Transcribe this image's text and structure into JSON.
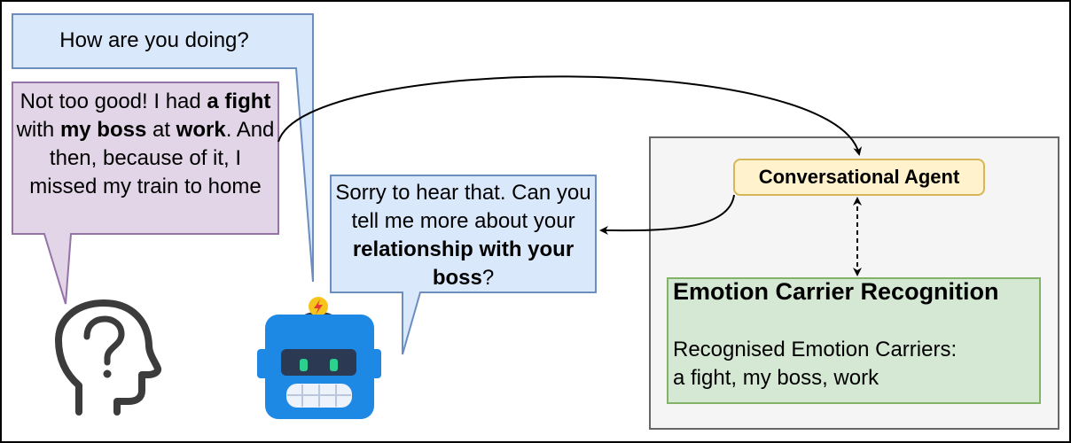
{
  "question_bubble": {
    "text": "How are you doing?"
  },
  "user_bubble": {
    "p1": "Not too good! I had ",
    "b1": "a fight",
    "p2": " with ",
    "b2": "my boss",
    "p3": " at ",
    "b3": "work",
    "p4": ". And then, because of it, I missed my train to home"
  },
  "reply_bubble": {
    "p1": "Sorry to hear that. Can you tell me more about your ",
    "b1": "relationship with your boss",
    "p2": "?"
  },
  "conversational_agent": {
    "label": "Conversational Agent"
  },
  "emotion_carrier_recognition": {
    "title": "Emotion Carrier Recognition",
    "line1": "Recognised Emotion Carriers:",
    "line2": "a fight, my boss, work"
  },
  "icons": {
    "user": "head-question-icon",
    "robot": "robot-icon"
  },
  "colors": {
    "blue_bubble_fill": "#dae8fc",
    "blue_bubble_stroke": "#6c8ebf",
    "purple_bubble_fill": "#e1d5e7",
    "purple_bubble_stroke": "#9673a6",
    "agent_fill": "#fff2cc",
    "agent_stroke": "#d6b656",
    "ecr_fill": "#d5e8d4",
    "ecr_stroke": "#82b366",
    "panel_fill": "#f5f5f5",
    "panel_stroke": "#666666",
    "robot_blue": "#1e88e5"
  }
}
